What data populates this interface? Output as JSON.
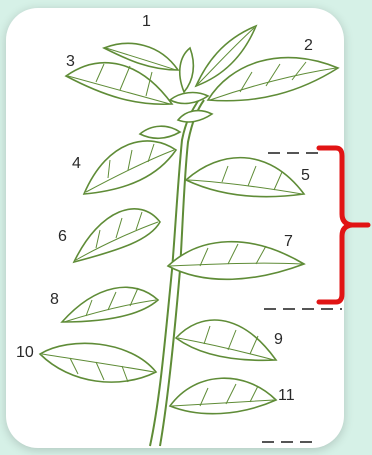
{
  "leaf_labels": {
    "l1": "1",
    "l2": "2",
    "l3": "3",
    "l4": "4",
    "l5": "5",
    "l6": "6",
    "l7": "7",
    "l8": "8",
    "l9": "9",
    "l10": "10",
    "l11": "11"
  },
  "colors": {
    "background": "#d6f1e7",
    "card": "#ffffff",
    "plant_line": "#5f8c37",
    "bracket": "#e11414",
    "dash": "#555555"
  }
}
